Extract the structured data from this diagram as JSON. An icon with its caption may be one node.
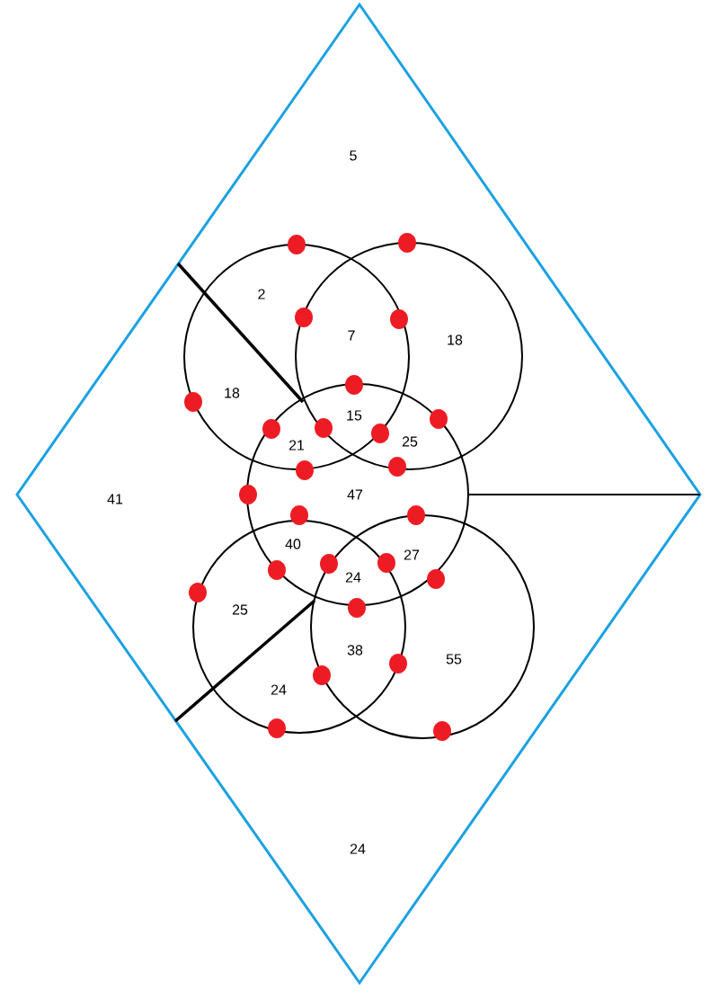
{
  "diagram": {
    "labels": [
      "5",
      "2",
      "7",
      "18",
      "18",
      "15",
      "25",
      "21",
      "41",
      "47",
      "40",
      "27",
      "24",
      "25",
      "38",
      "55",
      "24",
      "24"
    ]
  }
}
